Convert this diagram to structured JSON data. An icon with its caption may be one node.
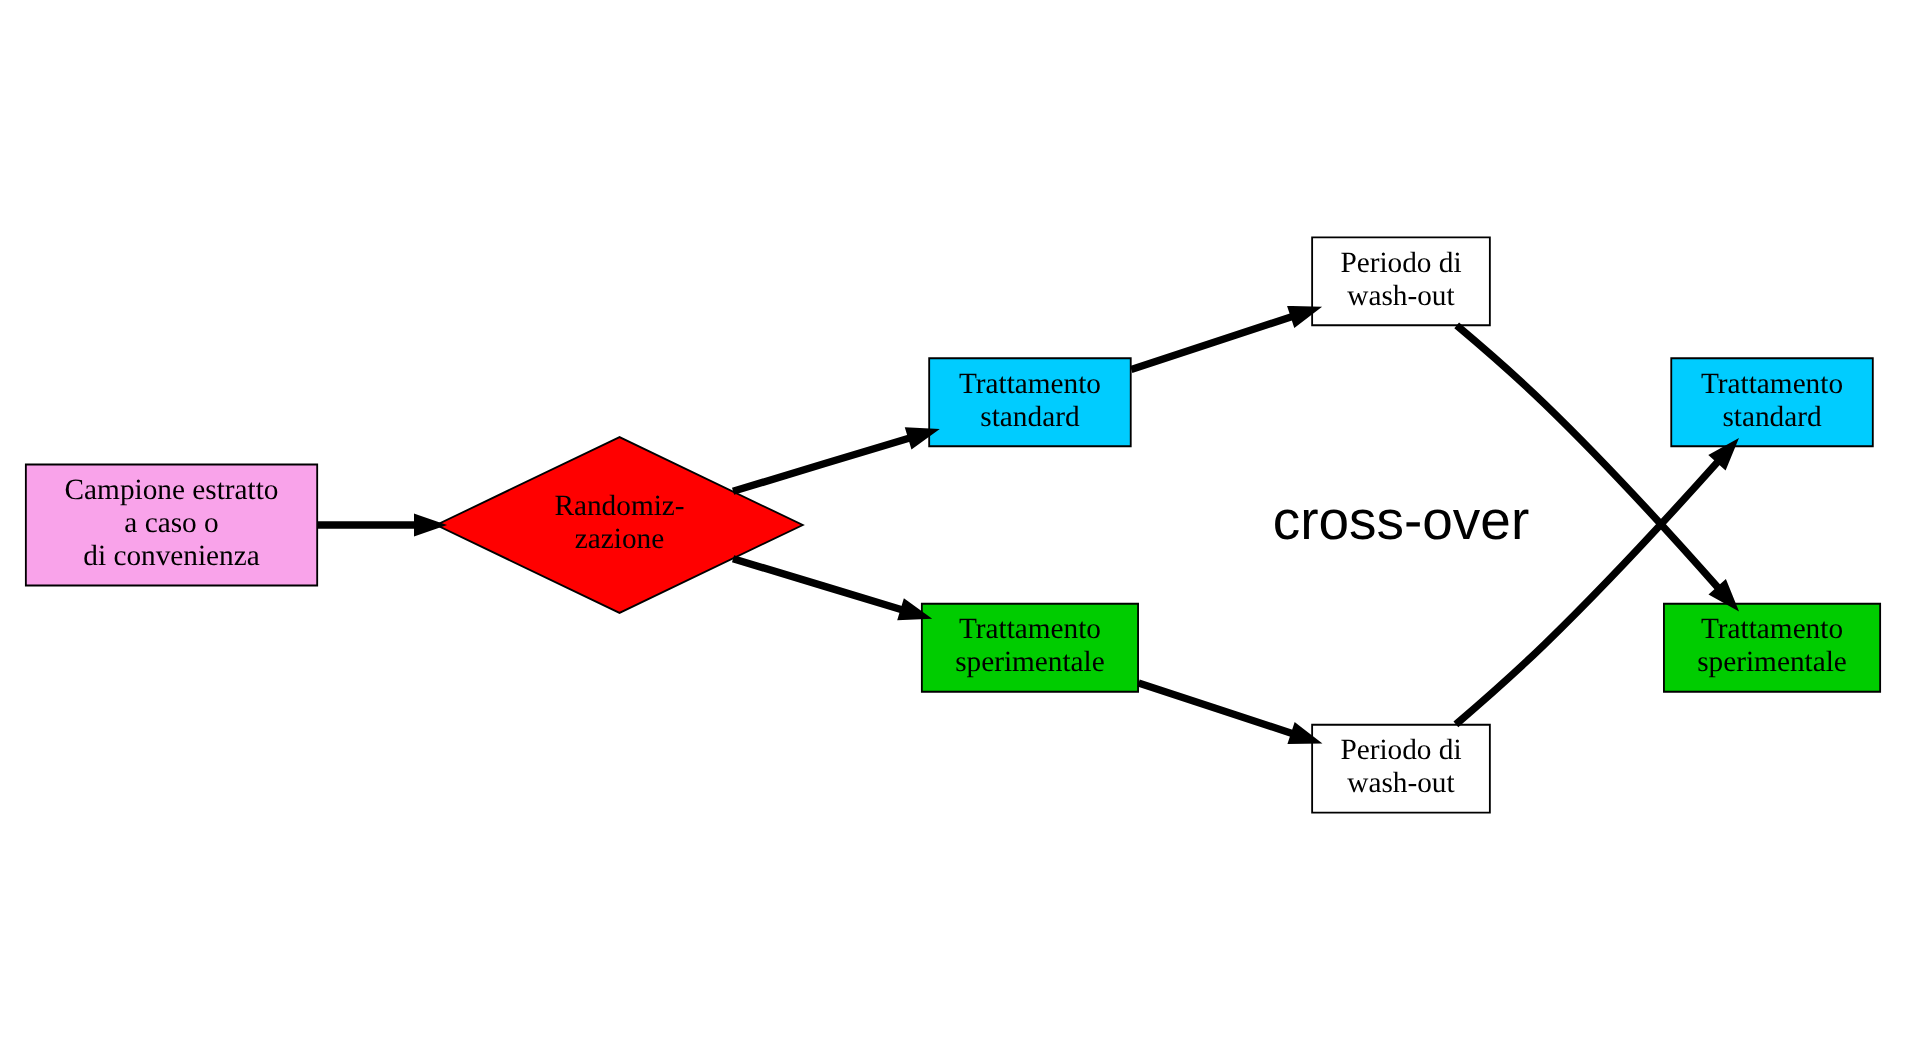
{
  "diagram": {
    "nodes": [
      {
        "text": [
          "Campione estratto a caso o di convenienza"
        ]
      },
      {
        "text": [
          "Randomiz- zazione"
        ]
      },
      {
        "text": [
          "Trattamento standard"
        ]
      },
      {
        "text": [
          "Periodo di wash-out"
        ]
      },
      {
        "text": [
          "Trattamento standard"
        ]
      },
      {
        "text": [
          "Trattamento sperimentale"
        ]
      },
      {
        "text": [
          "Periodo di wash-out"
        ]
      },
      {
        "text": [
          "Trattamento sperimentale"
        ]
      }
    ],
    "edges": [
      {
        "from": 0,
        "to": 1,
        "arrow": "to"
      },
      {
        "from": 1,
        "to": 2,
        "arrow": "to"
      },
      {
        "from": 1,
        "to": 5,
        "arrow": "to"
      },
      {
        "from": 2,
        "to": 3,
        "arrow": "to"
      },
      {
        "from": 5,
        "to": 6,
        "arrow": "to"
      },
      {
        "from": 3,
        "to": 7,
        "arrow": "to"
      },
      {
        "from": 6,
        "to": 4,
        "arrow": "to"
      }
    ],
    "labels": [
      "cross-over"
    ]
  }
}
